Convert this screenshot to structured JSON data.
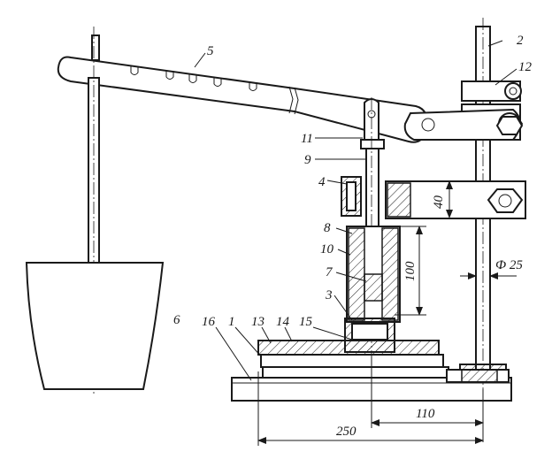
{
  "part_labels": {
    "p1": "1",
    "p2": "2",
    "p3": "3",
    "p4": "4",
    "p5": "5",
    "p6": "6",
    "p7": "7",
    "p8": "8",
    "p9": "9",
    "p10": "10",
    "p11": "11",
    "p12": "12",
    "p13": "13",
    "p14": "14",
    "p15": "15",
    "p16": "16"
  },
  "dimensions": {
    "d40": "40",
    "d100": "100",
    "d25": "Ф 25",
    "d110": "110",
    "d250": "250"
  }
}
